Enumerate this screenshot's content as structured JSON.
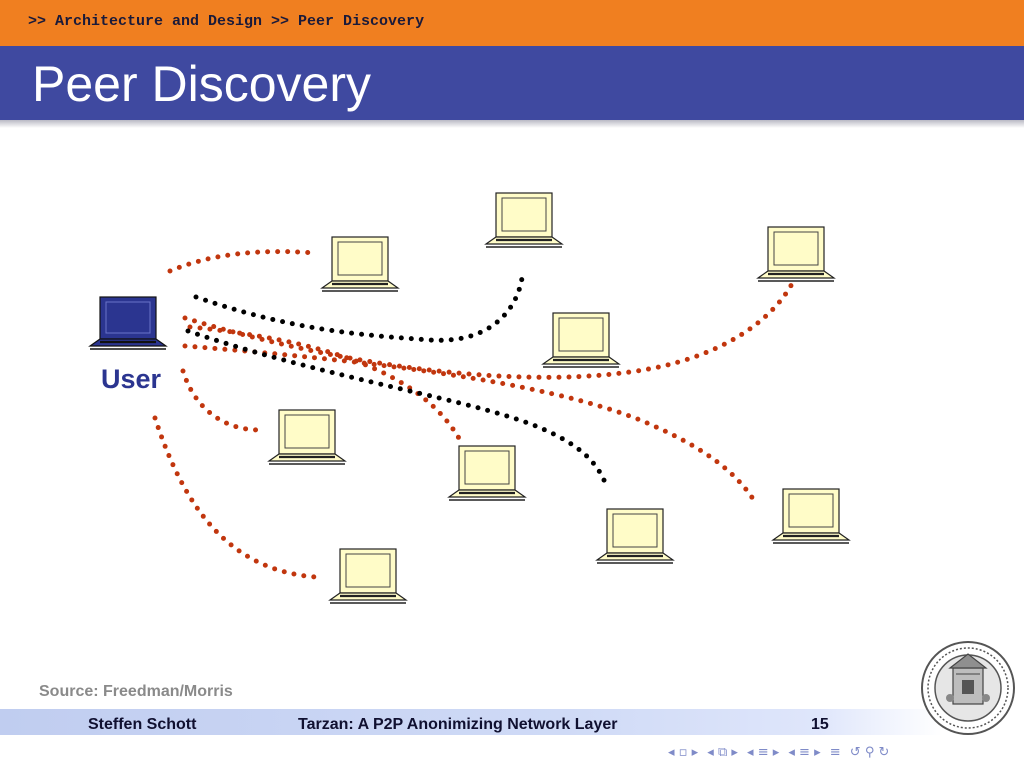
{
  "header": {
    "breadcrumb": ">> Architecture and Design >> Peer Discovery",
    "title": "Peer Discovery"
  },
  "diagram": {
    "user_label": "User",
    "peers_icon": "laptop-icon",
    "user_icon": "laptop-icon",
    "colors": {
      "peer_screen": "#fffcc8",
      "user_screen": "#2b3590",
      "link_red": "#c1360e",
      "link_black": "#000000"
    }
  },
  "source": "Source: Freedman/Morris",
  "footer": {
    "author": "Steffen Schott",
    "talk_title": "Tarzan: A P2P Anonimizing Network Layer",
    "page_number": "15"
  },
  "navigation": {
    "icons": [
      "nav-first-icon",
      "nav-frame-icon",
      "nav-prev-frame-icon",
      "nav-subsection-icon",
      "nav-section-icon",
      "nav-align-icon",
      "nav-search-icon"
    ]
  }
}
